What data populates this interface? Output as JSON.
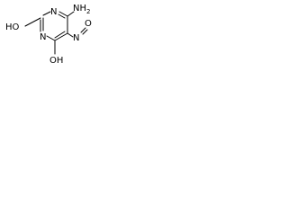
{
  "molecule": {
    "atoms": {
      "n_top": "N",
      "n_left": "N",
      "nh2": "NH",
      "nh2_sub": "2",
      "ho_left": "HO",
      "oh_bottom": "OH",
      "n_nitroso": "N",
      "o_nitroso": "O"
    },
    "colors": {
      "bond": "#000000",
      "text": "#000000",
      "background": "#ffffff"
    }
  }
}
